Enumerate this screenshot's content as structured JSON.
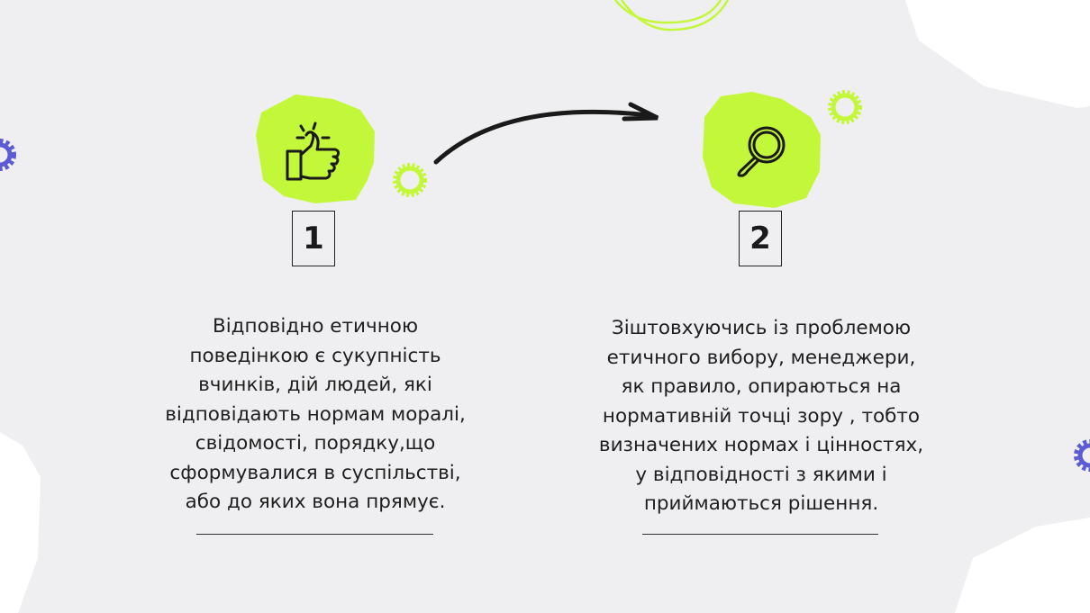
{
  "accent_color": "#c3f73a",
  "gear_color_secondary": "#5b5bd6",
  "steps": [
    {
      "number": "1",
      "icon": "thumbs-up-icon",
      "lines": [
        "Відповідно етичною",
        "поведінкою є сукупність",
        "вчинків, дій людей, які",
        "відповідають нормам моралі,",
        "свідомості, порядку,що",
        "сформувалися в суспільстві,",
        "або до яких вона прямує."
      ]
    },
    {
      "number": "2",
      "icon": "magnifier-icon",
      "lines": [
        "Зіштовхуючись із проблемою",
        "етичного вибору, менеджери,",
        "як правило, опираються на",
        "нормативній точці зору , тобто",
        "визначених нормах і цінностях,",
        "у відповідності з якими і",
        "приймаються рішення."
      ]
    }
  ]
}
